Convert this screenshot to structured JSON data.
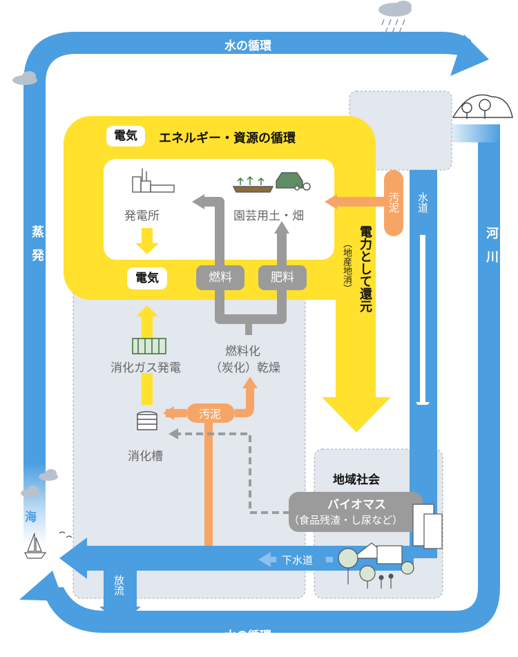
{
  "water_cycle": {
    "top": "水の循環",
    "bottom": "水の循環",
    "left": "蒸発",
    "right": "河川",
    "sea": "海",
    "discharge": "放流"
  },
  "energy_cycle": {
    "badge": "電気",
    "title": "エネルギー・資源の循環"
  },
  "facilities": {
    "power_plant": "発電所",
    "garden_soil": "園芸用土・畑",
    "electricity": "電気",
    "fuel": "燃料",
    "fertilizer": "肥料",
    "digestion_gas_power": "消化ガス発電",
    "fuel_drying_line1": "燃料化",
    "fuel_drying_line2": "（炭化）乾燥",
    "digester": "消化槽"
  },
  "flows": {
    "sludge_vertical": "汚泥",
    "water_supply": "水道",
    "sludge_horizontal": "汚泥",
    "sewer": "下水道",
    "power_return": "電力として還元",
    "local_production": "（地産地消）"
  },
  "community": {
    "title": "地域社会",
    "biomass_title": "バイオマス",
    "biomass_sub": "（食品残渣・し尿など）"
  },
  "colors": {
    "water": "#4b9ee0",
    "yellow": "#ffe12e",
    "orange": "#f7a566",
    "gray": "#9b9b9b",
    "panel": "#e3e7ee"
  }
}
